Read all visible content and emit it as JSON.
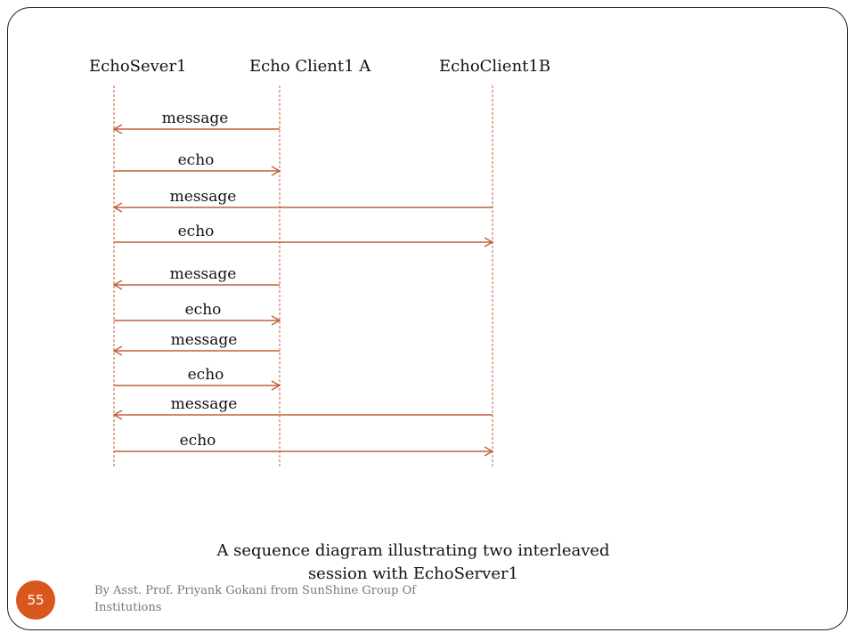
{
  "actors": [
    {
      "id": "server",
      "label": "EchoSever1"
    },
    {
      "id": "clientA",
      "label": "Echo Client1 A"
    },
    {
      "id": "clientB",
      "label": "EchoClient1B"
    }
  ],
  "messages": [
    {
      "label": "message",
      "from": "clientA",
      "to": "server"
    },
    {
      "label": "echo",
      "from": "server",
      "to": "clientA"
    },
    {
      "label": "message",
      "from": "clientB",
      "to": "server"
    },
    {
      "label": "echo",
      "from": "server",
      "to": "clientB"
    },
    {
      "label": "message",
      "from": "clientA",
      "to": "server"
    },
    {
      "label": "echo",
      "from": "server",
      "to": "clientA"
    },
    {
      "label": "message",
      "from": "clientA",
      "to": "server"
    },
    {
      "label": "echo",
      "from": "server",
      "to": "clientA"
    },
    {
      "label": "message",
      "from": "clientB",
      "to": "server"
    },
    {
      "label": "echo",
      "from": "server",
      "to": "clientB"
    }
  ],
  "caption": "A sequence diagram illustrating two interleaved session with EchoServer1",
  "footer": "By Asst. Prof. Priyank Gokani from SunShine Group Of Institutions",
  "slide_number": "55",
  "colors": {
    "arrow": "#c0603a",
    "lifeline": "#c0603a",
    "badge": "#d9571e"
  }
}
